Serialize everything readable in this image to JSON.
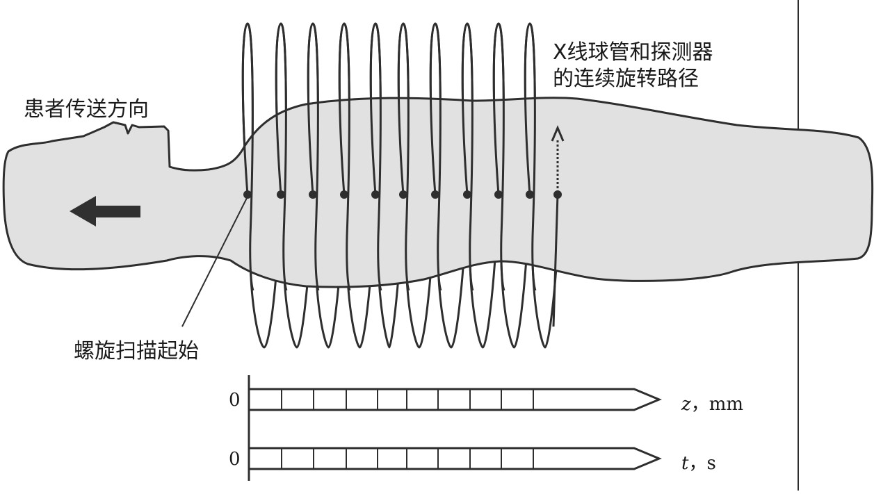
{
  "labels": {
    "patient_direction": "患者传送方向",
    "rotation_path_line1": "X线球管和探测器",
    "rotation_path_line2": "的连续旋转路径",
    "spiral_start": "螺旋扫描起始"
  },
  "axes": {
    "z": {
      "zero": "0",
      "var": "z",
      "unit": "mm",
      "separator": "，"
    },
    "t": {
      "zero": "0",
      "var": "t",
      "unit": "s",
      "separator": "，"
    }
  },
  "colors": {
    "body_fill": "#e1e1e1",
    "stroke": "#2e2e2e",
    "arrow": "#303030"
  }
}
